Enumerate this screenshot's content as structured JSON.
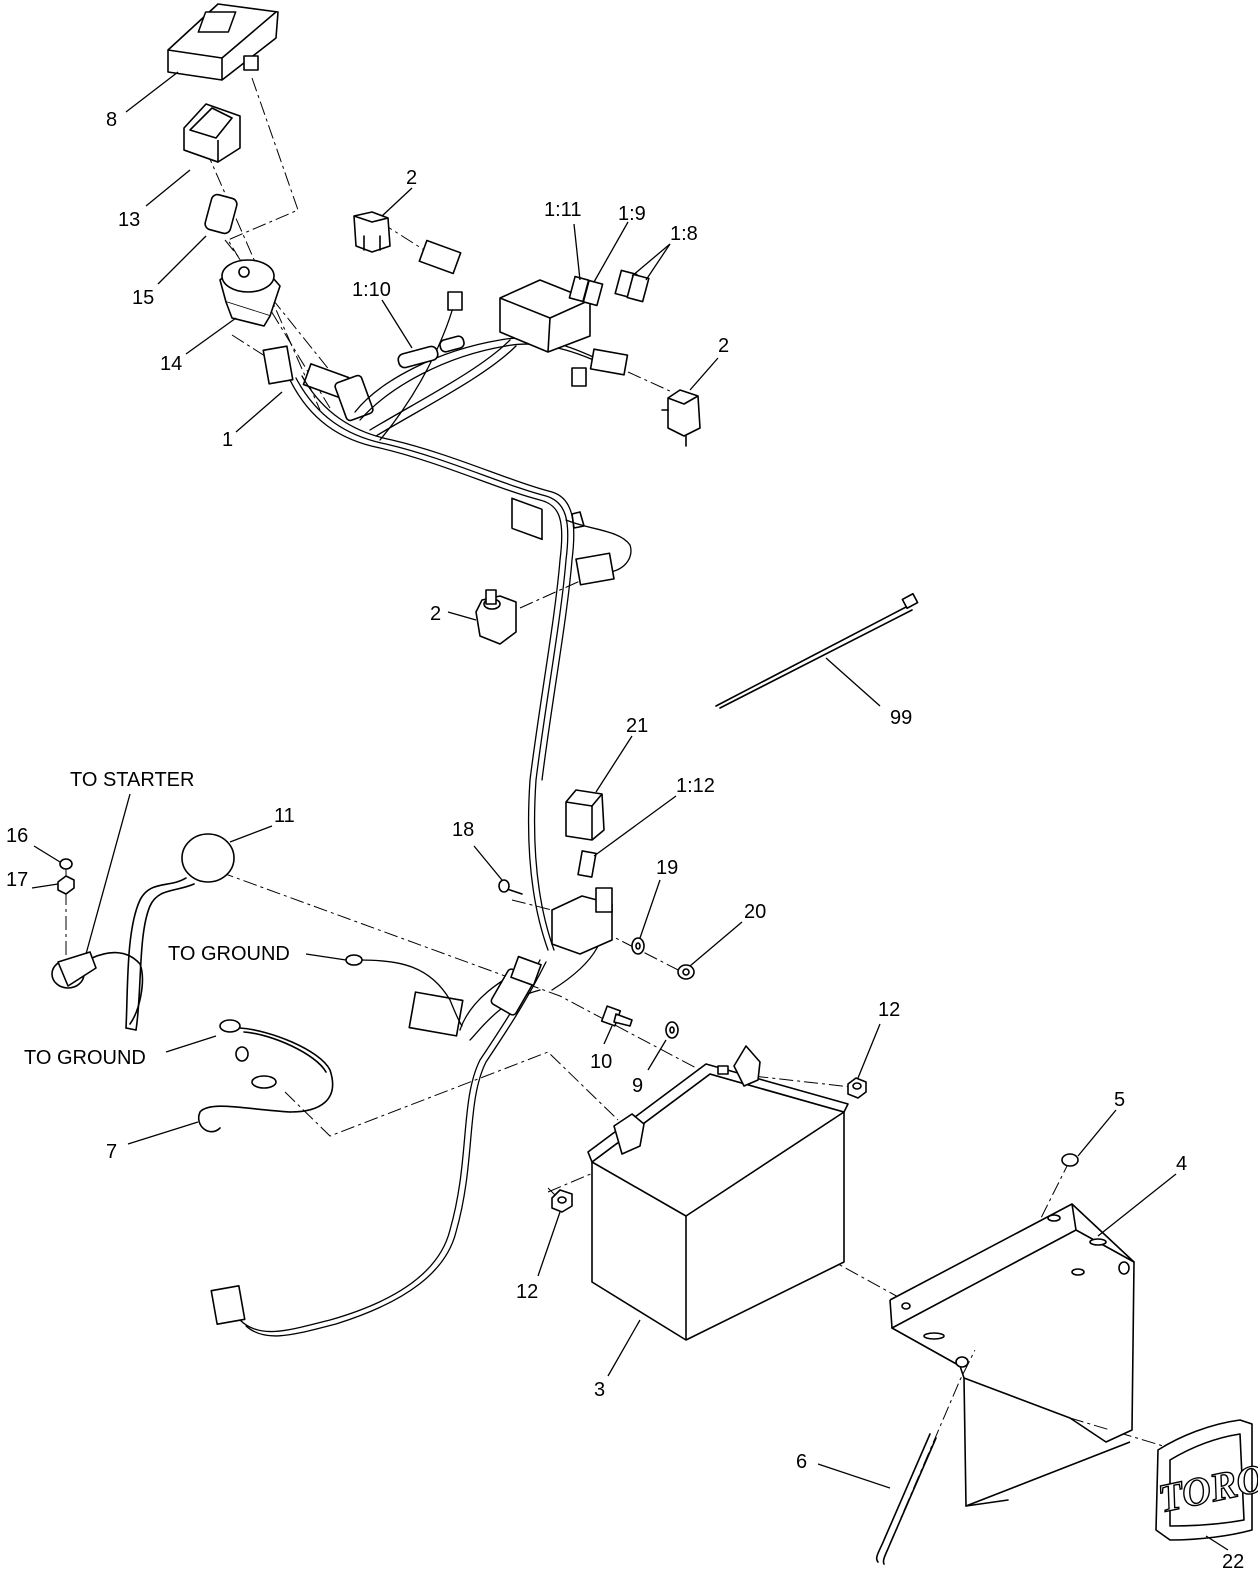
{
  "callouts": {
    "c8": "8",
    "c13": "13",
    "c15": "15",
    "c14": "14",
    "c1": "1",
    "c2a": "2",
    "c2b": "2",
    "c2c": "2",
    "c1_11": "1:11",
    "c1_9": "1:9",
    "c1_8": "1:8",
    "c1_10": "1:10",
    "c1_12": "1:12",
    "c99": "99",
    "c21": "21",
    "c18": "18",
    "c19": "19",
    "c20": "20",
    "c11": "11",
    "c16": "16",
    "c17": "17",
    "c10": "10",
    "c9": "9",
    "c12a": "12",
    "c12b": "12",
    "c7": "7",
    "c5": "5",
    "c4": "4",
    "c3": "3",
    "c6": "6",
    "c22": "22"
  },
  "labels": {
    "to_starter": "TO STARTER",
    "to_ground_1": "TO GROUND",
    "to_ground_2": "TO GROUND"
  },
  "logo_text": "TORO"
}
